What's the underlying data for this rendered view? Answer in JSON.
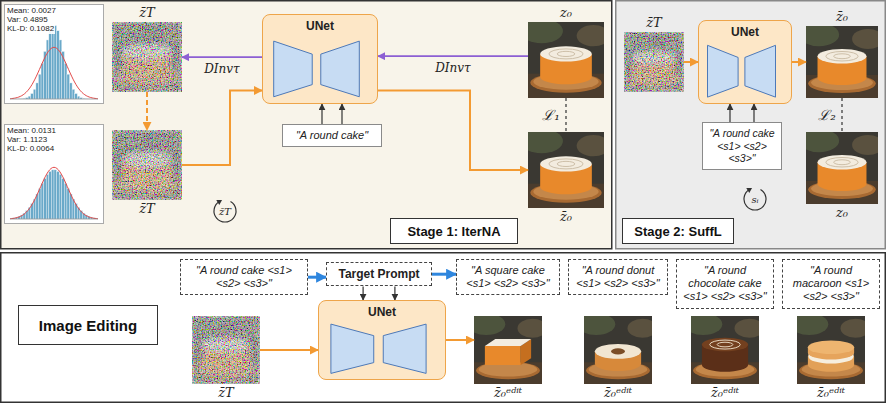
{
  "diagram": {
    "nodes": [
      {
        "text": [
          "Mean: 0.0027",
          "Var: 0.4895",
          "KL-D: 0.1082"
        ]
      },
      {
        "text": [
          "z̄T"
        ]
      },
      {
        "text": [
          "Mean: 0.0131",
          "Var: 1.1123",
          "KL-D: 0.0064"
        ]
      },
      {
        "text": [
          "z̄T"
        ]
      },
      {
        "text": [
          "z̄T"
        ]
      },
      {
        "text": [
          "UNet"
        ]
      },
      {
        "text": [
          "\"A round cake\""
        ]
      },
      {
        "text": [
          "z₀"
        ]
      },
      {
        "text": [
          "z̄₀"
        ]
      },
      {
        "text": [
          "Stage 1: IterNA"
        ]
      },
      {
        "text": [
          "z̄T"
        ]
      },
      {
        "text": [
          "UNet"
        ]
      },
      {
        "text": [
          "\"A round cake <s1> <s2> <s3>\""
        ]
      },
      {
        "text": [
          "sᵢ"
        ]
      },
      {
        "text": [
          "z̄₀"
        ]
      },
      {
        "text": [
          "z₀"
        ]
      },
      {
        "text": [
          "Stage 2: SuffL"
        ]
      },
      {
        "text": [
          "Image Editing"
        ]
      },
      {
        "text": [
          "\"A round cake <s1> <s2> <s3>\""
        ]
      },
      {
        "text": [
          "Target Prompt"
        ]
      },
      {
        "text": [
          "z̄T"
        ]
      },
      {
        "text": [
          "UNet"
        ]
      },
      {
        "text": [
          "\"A square cake <s1> <s2> <s3>\""
        ]
      },
      {
        "text": [
          "\"A round donut <s1> <s2> <s3>\""
        ]
      },
      {
        "text": [
          "\"A round chocolate cake <s1> <s2> <s3>\""
        ]
      },
      {
        "text": [
          "\"A round macaroon <s1> <s2> <s3>\""
        ]
      },
      {
        "text": [
          "z̄₀ᵉᵈⁱᵗ"
        ]
      },
      {
        "text": [
          "z̄₀ᵉᵈⁱᵗ"
        ]
      },
      {
        "text": [
          "z̄₀ᵉᵈⁱᵗ"
        ]
      },
      {
        "text": [
          "z̄₀ᵉᵈⁱᵗ"
        ]
      }
    ],
    "edges": [
      {
        "from": 7,
        "to": 5,
        "label": "DInvτ",
        "arrow": "to"
      },
      {
        "from": 5,
        "to": 1,
        "label": "DInvτ",
        "arrow": "to"
      },
      {
        "from": 1,
        "to": 3,
        "arrow": "to"
      },
      {
        "from": 3,
        "to": 5,
        "arrow": "to"
      },
      {
        "from": 5,
        "to": 8,
        "arrow": "to"
      },
      {
        "from": 6,
        "to": 5,
        "arrow": "to"
      },
      {
        "from": 6,
        "to": 5,
        "arrow": "to"
      },
      {
        "from": 7,
        "to": 8,
        "label": "ℒ₁",
        "arrow": "none"
      },
      {
        "from": 10,
        "to": 11,
        "arrow": "to"
      },
      {
        "from": 11,
        "to": 14,
        "arrow": "to"
      },
      {
        "from": 12,
        "to": 11,
        "arrow": "to"
      },
      {
        "from": 12,
        "to": 11,
        "arrow": "to"
      },
      {
        "from": 14,
        "to": 15,
        "label": "ℒ₂",
        "arrow": "none"
      },
      {
        "from": 18,
        "to": 19,
        "arrow": "to"
      },
      {
        "from": 19,
        "to": 22,
        "arrow": "to"
      },
      {
        "from": 19,
        "to": 21,
        "arrow": "to"
      },
      {
        "from": 19,
        "to": 21,
        "arrow": "to"
      },
      {
        "from": 20,
        "to": 21,
        "arrow": "to"
      },
      {
        "from": 21,
        "to": 26,
        "arrow": "to"
      }
    ]
  }
}
